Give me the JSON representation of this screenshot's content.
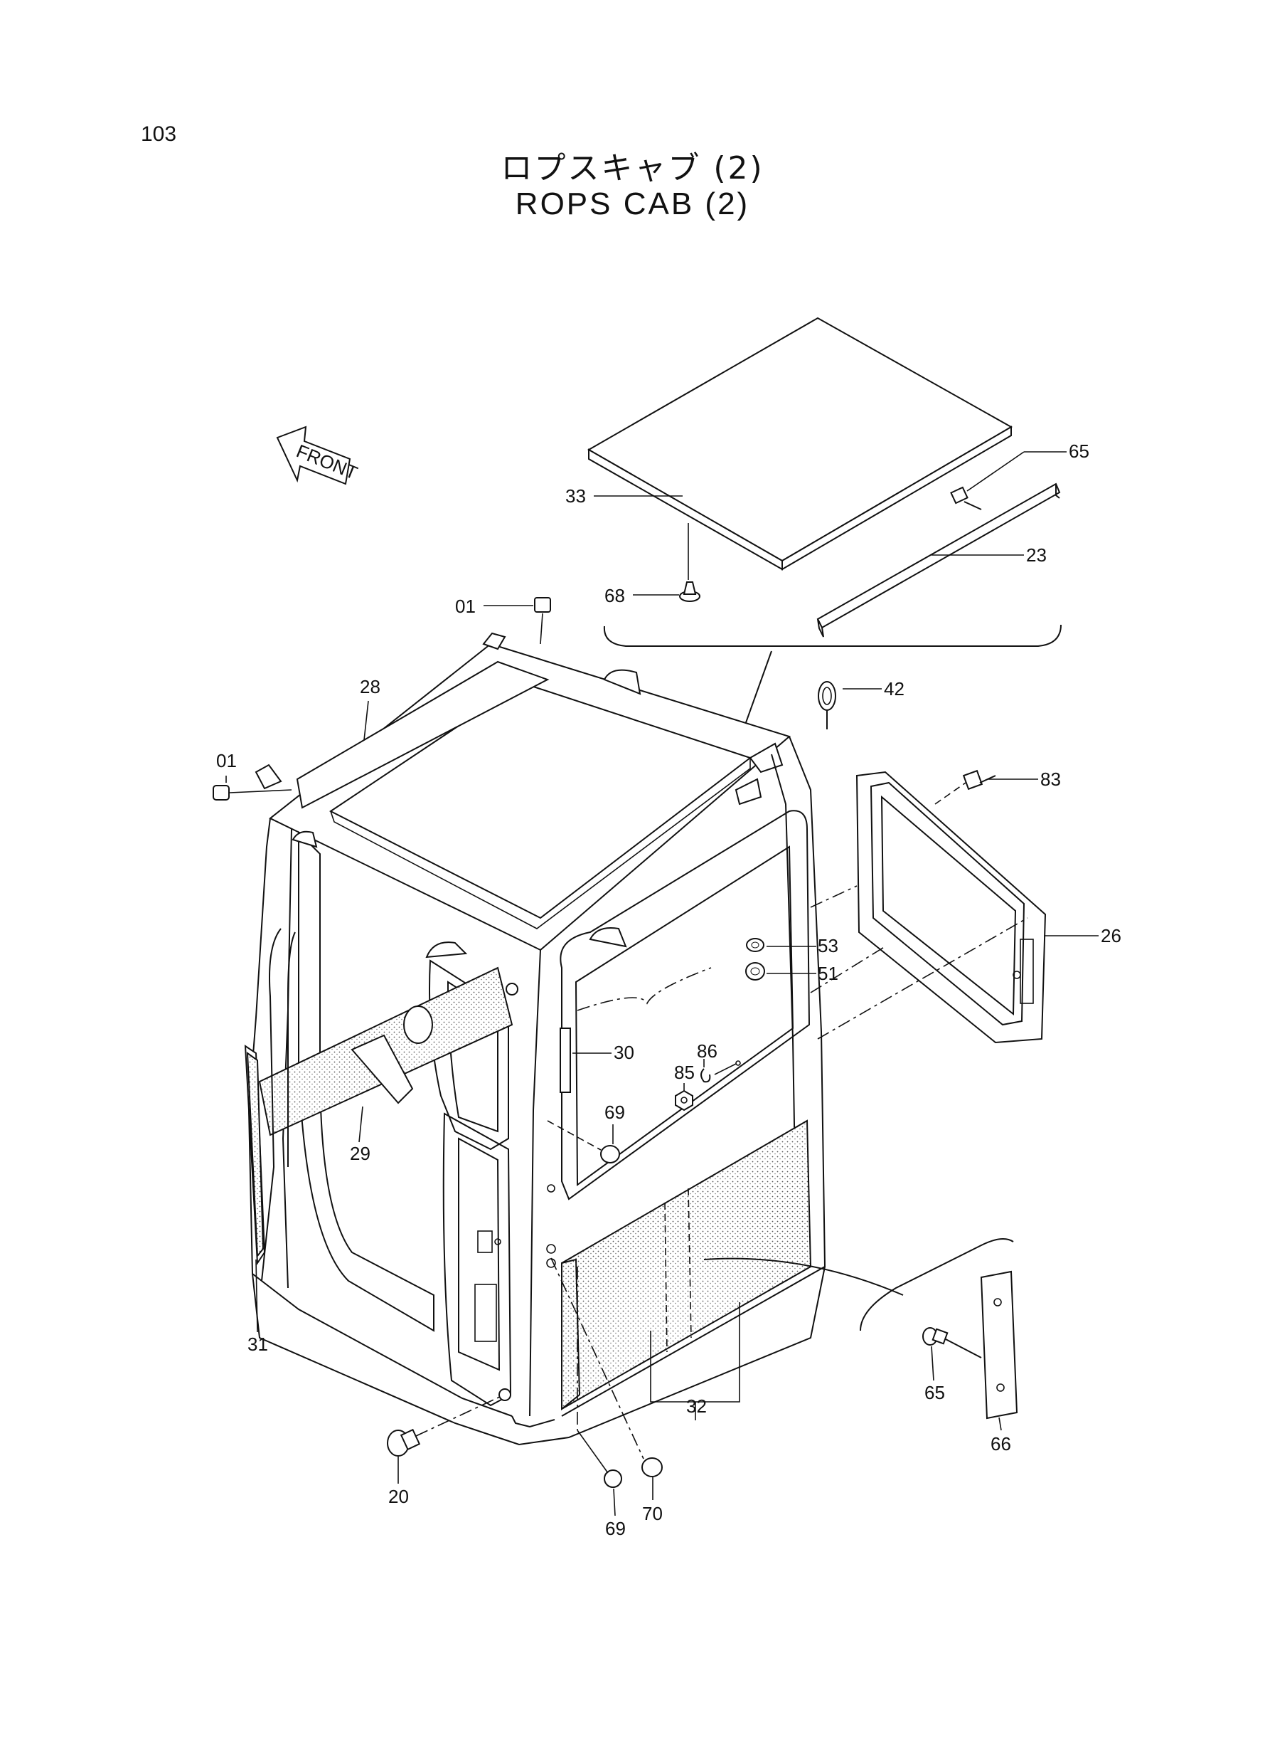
{
  "page": {
    "number": "103"
  },
  "title": {
    "japanese": "ロプスキャブ (2)",
    "english": "ROPS CAB (2)"
  },
  "front_indicator": "FRONT",
  "callouts": [
    "65",
    "33",
    "23",
    "68",
    "01",
    "42",
    "28",
    "01",
    "83",
    "53",
    "26",
    "51",
    "86",
    "30",
    "85",
    "69",
    "29",
    "31",
    "32",
    "65",
    "66",
    "20",
    "69",
    "70"
  ]
}
